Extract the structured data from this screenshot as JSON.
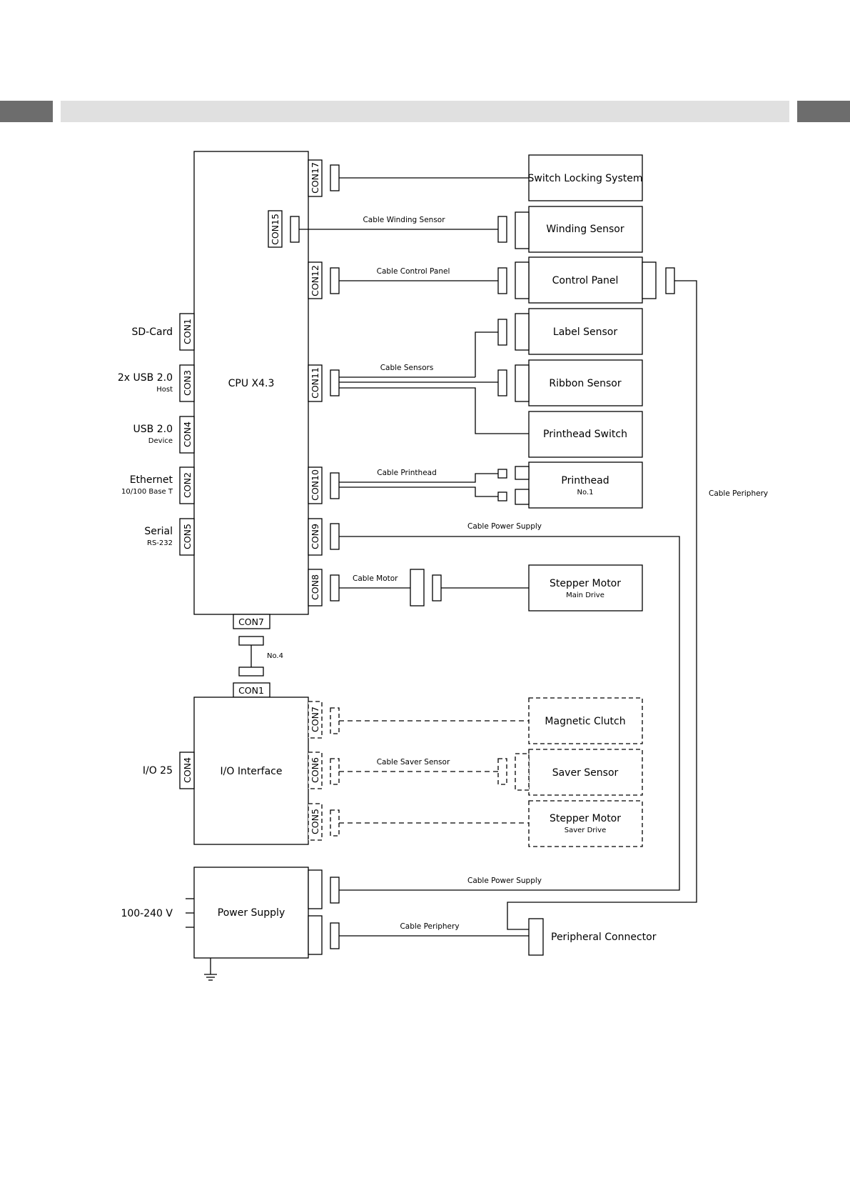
{
  "header": {
    "bar_color": "#e0e0e0",
    "tab_color": "#6d6d6d"
  },
  "cpu": {
    "title": "CPU X4.3",
    "right_connectors": [
      "CON17",
      "CON15",
      "CON12",
      "CON11",
      "CON10",
      "CON9",
      "CON8"
    ],
    "left_connectors": [
      "CON1",
      "CON3",
      "CON4",
      "CON2",
      "CON5"
    ],
    "bottom_connector": "CON7"
  },
  "ports": [
    {
      "label": "SD-Card",
      "sub": ""
    },
    {
      "label": "2x USB 2.0",
      "sub": "Host"
    },
    {
      "label": "USB 2.0",
      "sub": "Device"
    },
    {
      "label": "Ethernet",
      "sub": "10/100 Base T"
    },
    {
      "label": "Serial",
      "sub": "RS-232"
    }
  ],
  "link": {
    "label": "No.4"
  },
  "io": {
    "title": "I/O Interface",
    "top_connector": "CON1",
    "left_connector": "CON4",
    "left_label": "I/O 25",
    "right_connectors": [
      "CON7",
      "CON6",
      "CON5"
    ]
  },
  "power": {
    "title": "Power Supply",
    "input": "100-240 V"
  },
  "devices": {
    "switch_locking": "Switch Locking System",
    "winding_sensor": "Winding Sensor",
    "control_panel": "Control Panel",
    "label_sensor": "Label Sensor",
    "ribbon_sensor": "Ribbon Sensor",
    "printhead_switch": "Printhead Switch",
    "printhead": "Printhead",
    "printhead_sub": "No.1",
    "stepper_main": "Stepper Motor",
    "stepper_main_sub": "Main Drive",
    "magnetic_clutch": "Magnetic Clutch",
    "saver_sensor": "Saver Sensor",
    "stepper_saver": "Stepper Motor",
    "stepper_saver_sub": "Saver Drive",
    "peripheral_connector": "Peripheral Connector"
  },
  "cables": {
    "winding": "Cable Winding Sensor",
    "control_panel": "Cable Control Panel",
    "sensors": "Cable Sensors",
    "printhead": "Cable Printhead",
    "power_supply_1": "Cable Power Supply",
    "motor": "Cable Motor",
    "saver_sensor": "Cable Saver Sensor",
    "power_supply_2": "Cable Power Supply",
    "periphery_1": "Cable Periphery",
    "periphery_2": "Cable Periphery"
  }
}
